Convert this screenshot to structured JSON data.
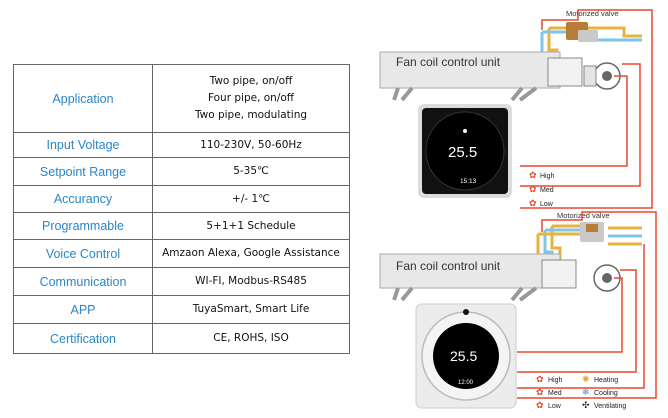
{
  "spec_table": {
    "rows": [
      {
        "label": "Application",
        "values": [
          "Two pipe, on/off",
          "Four pipe, on/off",
          "Two pipe, modulating"
        ]
      },
      {
        "label": "Input Voltage",
        "values": [
          "110-230V, 50-60Hz"
        ]
      },
      {
        "label": "Setpoint Range",
        "values": [
          "5-35℃"
        ]
      },
      {
        "label": "Accurancy",
        "values": [
          "+/-  1℃"
        ]
      },
      {
        "label": "Programmable",
        "values": [
          "5+1+1 Schedule"
        ]
      },
      {
        "label": "Voice Control",
        "values": [
          "Amzaon Alexa, Google Assistance"
        ]
      },
      {
        "label": "Communication",
        "values": [
          "WI-FI, Modbus-RS485"
        ]
      },
      {
        "label": "APP",
        "values": [
          "TuyaSmart, Smart Life"
        ]
      },
      {
        "label": "Certification",
        "values": [
          "CE, ROHS, ISO"
        ]
      }
    ]
  },
  "diagrams": {
    "top": {
      "valve_label": "Motorized valve",
      "unit_label": "Fan coil control unit",
      "display_temp": "25.5",
      "display_time": "15:13",
      "thermostat_color": "#111111",
      "legend": [
        "High",
        "Med",
        "Low"
      ]
    },
    "bottom": {
      "valve_label": "Motorized valve",
      "unit_label": "Fan coil control unit",
      "display_temp": "25.5",
      "display_time": "12:00",
      "thermostat_color": "#f4f4f4",
      "legend": [
        "High",
        "Med",
        "Low"
      ],
      "mode_legend": [
        "Heating",
        "Cooling",
        "Ventilating"
      ]
    }
  },
  "colors": {
    "label_blue": "#2a86c9",
    "wire_red": "#e5492e",
    "pipe_blue": "#7ec6e8",
    "pipe_orange": "#e9b13f"
  }
}
